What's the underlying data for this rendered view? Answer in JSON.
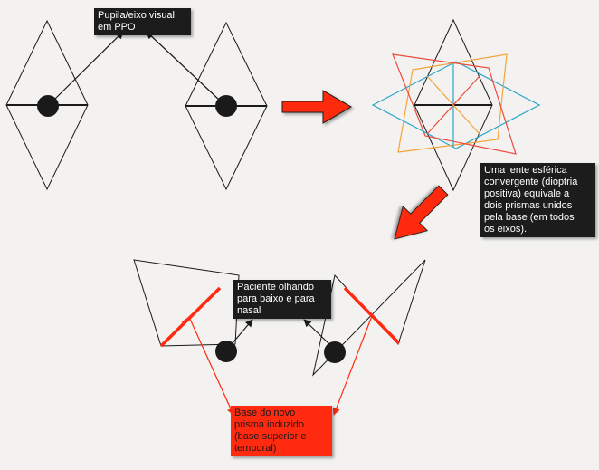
{
  "labels": {
    "pupil_axis": [
      "Pupila/eixo visual",
      "em PPO"
    ],
    "lens_equivalence": [
      "Uma lente esférica",
      "convergente (dioptria",
      "positiva) equivale a",
      "dois prismas unidos",
      "pela base (em todos",
      "os eixos)."
    ],
    "patient_looking": [
      "Paciente olhando",
      "para baixo e para",
      "nasal"
    ],
    "new_prism_base": [
      "Base do novo",
      "prisma induzido",
      "(base superior e",
      "temporal)"
    ]
  },
  "icons": {
    "big_arrow_1": "red-arrow-right-icon",
    "big_arrow_2": "red-arrow-down-left-icon"
  },
  "colors": {
    "outline": "#1a1a1a",
    "pupil": "#1a1a1a",
    "highlight_red": "#ff2a10",
    "star_red": "#ef4a3c",
    "star_orange": "#f4a43a",
    "star_teal": "#2aa6c8",
    "label_bg": "#1c1c1c",
    "label_text": "#ffffff"
  }
}
